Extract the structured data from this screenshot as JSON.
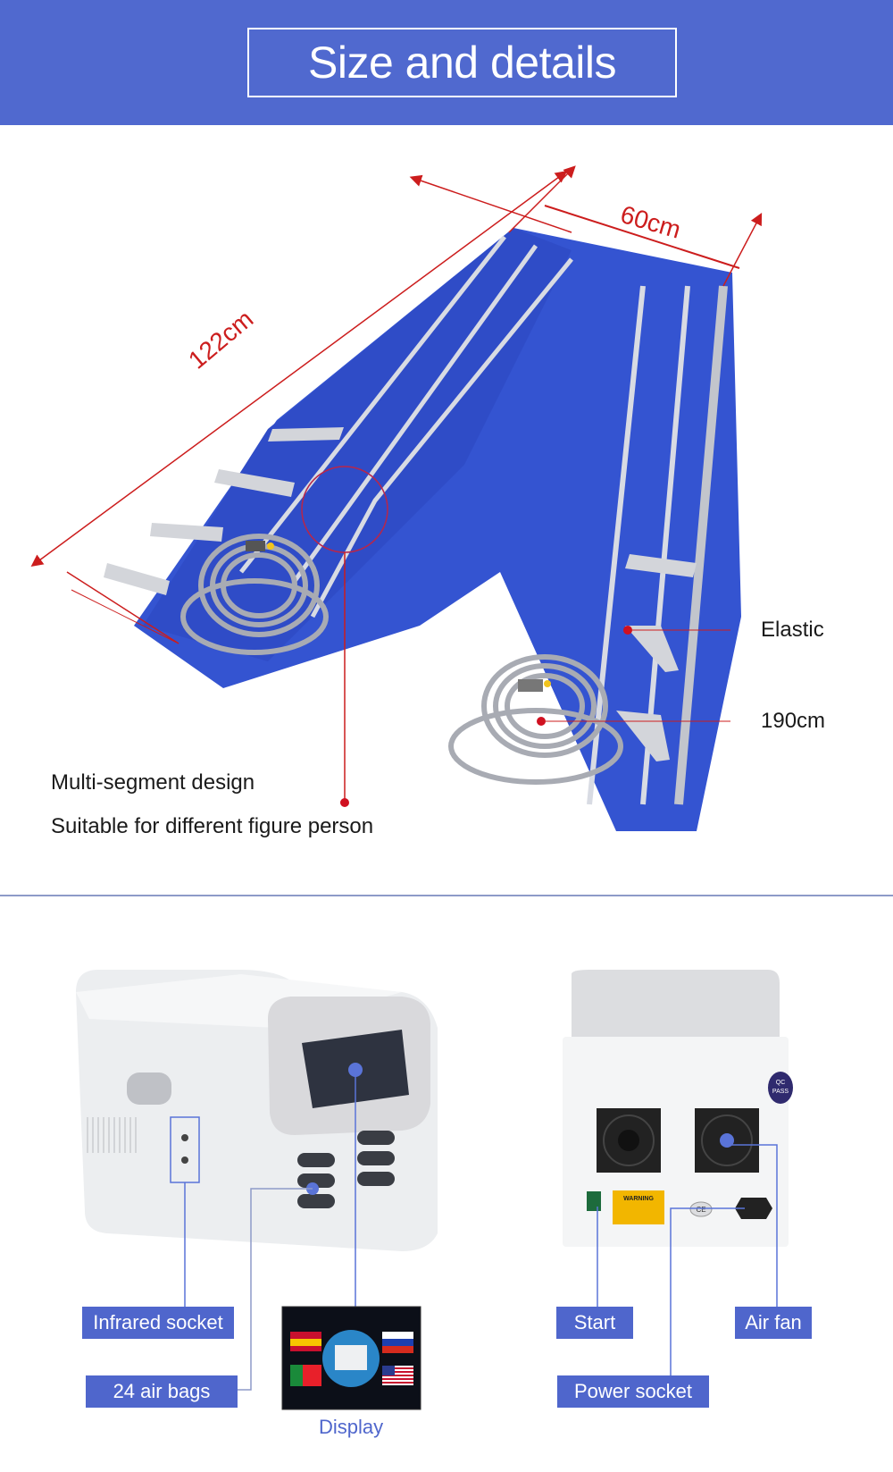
{
  "header": {
    "title": "Size and details",
    "background": "#5069cf"
  },
  "pants_diagram": {
    "dimensions": {
      "length": "122cm",
      "width": "60cm"
    },
    "callouts": {
      "elastic": "Elastic",
      "hose_length": "190cm"
    },
    "features": [
      "Multi-segment design",
      "Suitable for different figure person"
    ],
    "accent_color": "#cc1d1d"
  },
  "front_unit": {
    "tags": {
      "infrared_socket": "Infrared socket",
      "air_bags": "24 air bags"
    },
    "display_caption": "Display",
    "display_flags": [
      "spain-flag",
      "portugal-flag",
      "russia-flag",
      "usa-flag"
    ]
  },
  "back_unit": {
    "tags": {
      "start": "Start",
      "air_fan": "Air fan",
      "power_socket": "Power socket"
    },
    "badges": {
      "qc": "QC",
      "pass": "PASS",
      "warning": "WARNING",
      "ce": "CE"
    },
    "accent_color": "#4f66cc"
  }
}
